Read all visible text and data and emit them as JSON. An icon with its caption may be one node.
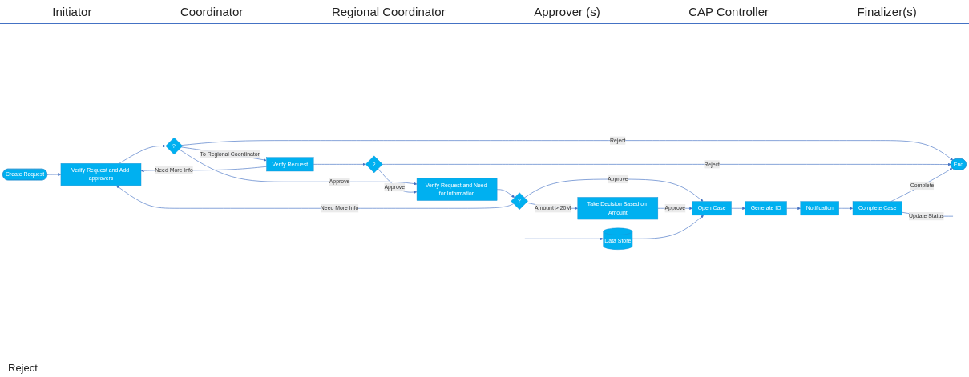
{
  "diagram": {
    "nodes": [
      {
        "text": [
          "Create Request"
        ]
      },
      {
        "text": [
          "Verify Request and Add approvers"
        ]
      },
      {
        "text": [
          "?"
        ]
      },
      {
        "text": [
          "Verify Request"
        ]
      },
      {
        "text": [
          "?"
        ]
      },
      {
        "text": [
          "Verify Request and Need for Information"
        ]
      },
      {
        "text": [
          "?"
        ]
      },
      {
        "text": [
          "Take Decision Based on Amount"
        ]
      },
      {
        "text": [
          "Data Store"
        ]
      },
      {
        "text": [
          "Open Case"
        ]
      },
      {
        "text": [
          "Generate IO"
        ]
      },
      {
        "text": [
          "Notification"
        ]
      },
      {
        "text": [
          "Complete Case"
        ]
      },
      {
        "text": [
          "End"
        ]
      }
    ],
    "edges": [
      {
        "from": 0,
        "to": 1,
        "arrow": "to"
      },
      {
        "from": 1,
        "to": 2,
        "arrow": "to"
      },
      {
        "from": 2,
        "to": 3,
        "label": "To Regional Coordinator",
        "arrow": "to"
      },
      {
        "from": 2,
        "to": 5,
        "label": "Approve",
        "arrow": "to"
      },
      {
        "from": 2,
        "to": 13,
        "label": "Reject",
        "arrow": "to"
      },
      {
        "from": 3,
        "to": 1,
        "label": "Need More Info",
        "arrow": "to"
      },
      {
        "from": 3,
        "to": 4,
        "arrow": "to"
      },
      {
        "from": 4,
        "to": 13,
        "label": "Reject",
        "arrow": "to"
      },
      {
        "from": 4,
        "to": 5,
        "label": "Approve",
        "arrow": "to"
      },
      {
        "from": 5,
        "to": 6,
        "arrow": "to"
      },
      {
        "from": 6,
        "to": 7,
        "label": "Amount > 20M",
        "arrow": "to"
      },
      {
        "from": 6,
        "to": 9,
        "label": "Approve",
        "arrow": "to"
      },
      {
        "from": 6,
        "to": 1,
        "label": "Need More Info",
        "arrow": "to"
      },
      {
        "from": 7,
        "to": 9,
        "label": "Approve",
        "arrow": "to"
      },
      {
        "from": 8,
        "to": 9,
        "arrow": "to"
      },
      {
        "from": 9,
        "to": 10,
        "arrow": "to"
      },
      {
        "from": 10,
        "to": 11,
        "arrow": "to"
      },
      {
        "from": 11,
        "to": 12,
        "arrow": "to"
      },
      {
        "from": 12,
        "to": 13,
        "label": "Complete",
        "arrow": "to"
      },
      {
        "from": 12,
        "to": null,
        "label": "Update Status",
        "arrow": "none"
      },
      {
        "from": null,
        "to": 8,
        "arrow": "to"
      }
    ],
    "labels": [
      "Initiator",
      "Coordinator",
      "Regional Coordinator",
      "Approver (s)",
      "CAP Controller",
      "Finalizer(s)",
      "Reject"
    ]
  }
}
